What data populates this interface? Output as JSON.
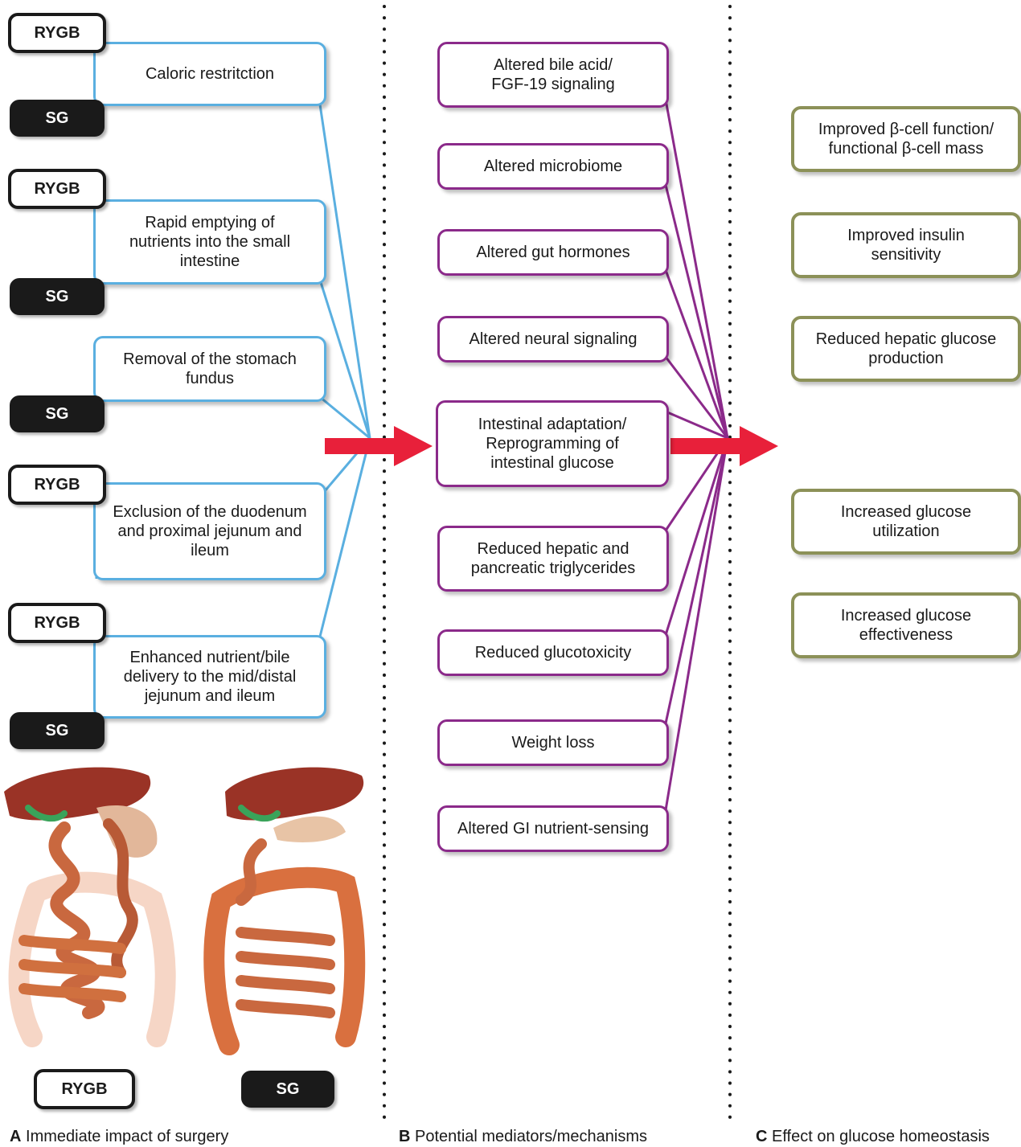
{
  "colors": {
    "surgery": "#5aafe0",
    "mediator": "#8b2a8a",
    "effect": "#8c9158",
    "arrow": "#e8203a",
    "tag_dark": "#1a1a1a"
  },
  "tags": {
    "rygb": "RYGB",
    "sg": "SG"
  },
  "surgery_impacts": [
    {
      "text": "Caloric restritction",
      "tags": [
        "RYGB",
        "SG"
      ]
    },
    {
      "text": "Rapid emptying of\nnutrients into the small\nintestine",
      "tags": [
        "RYGB",
        "SG"
      ]
    },
    {
      "text": "Removal of the stomach\nfundus",
      "tags": [
        "SG"
      ]
    },
    {
      "text": "Exclusion of the duodenum\nand proximal jejunum and\nileum",
      "tags": [
        "RYGB"
      ]
    },
    {
      "text": "Enhanced nutrient/bile\ndelivery to the mid/distal\njejunum and ileum",
      "tags": [
        "RYGB",
        "SG"
      ]
    }
  ],
  "mediators": [
    "Altered bile acid/\nFGF-19 signaling",
    "Altered microbiome",
    "Altered gut hormones",
    "Altered neural signaling",
    "Intestinal adaptation/\nReprogramming of\nintestinal glucose",
    "Reduced hepatic and\npancreatic triglycerides",
    "Reduced glucotoxicity",
    "Weight loss",
    "Altered GI nutrient-sensing"
  ],
  "effects": [
    "Improved β-cell function/\nfunctional β-cell mass",
    "Improved insulin\nsensitivity",
    "Reduced hepatic glucose\nproduction",
    "Increased glucose\nutilization",
    "Increased glucose\neffectiveness"
  ],
  "anatomy_labels": [
    "RYGB",
    "SG"
  ],
  "icons": {
    "rygb_anatomy": "rygb-anatomy-illustration",
    "sg_anatomy": "sg-anatomy-illustration"
  },
  "captions": {
    "a_letter": "A",
    "a_text": " Immediate impact of surgery",
    "b_letter": "B",
    "b_text": " Potential mediators/mechanisms",
    "c_letter": "C",
    "c_text": " Effect on glucose homeostasis"
  }
}
